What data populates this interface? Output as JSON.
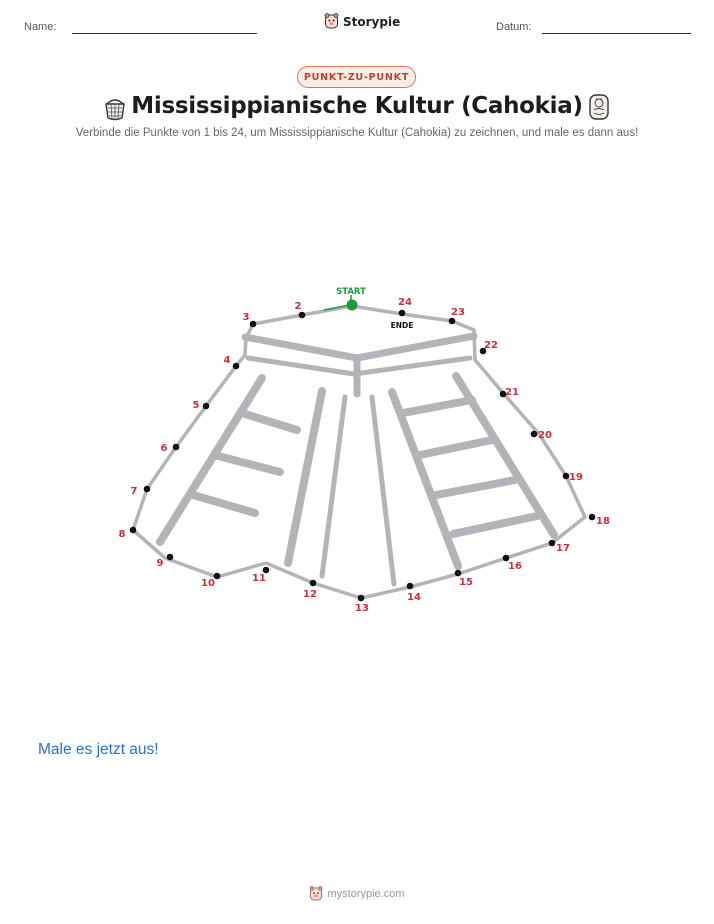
{
  "header": {
    "name_label": "Name:",
    "date_label": "Datum:",
    "brand_name": "Storypie",
    "brand_icon": "storypie-mascot-icon"
  },
  "badge": "PUNKT-ZU-PUNKT",
  "title": "Mississippianische Kultur (Cahokia)",
  "title_icons": [
    "basket-icon",
    "carved-stone-tablet-icon"
  ],
  "subtitle": "Verbinde die Punkte von 1 bis 24, um Mississippianische Kultur (Cahokia) zu zeichnen, und male es dann aus!",
  "puzzle": {
    "start_label": "START",
    "end_label": "ENDE",
    "point_count": 24,
    "dots": [
      {
        "n": "2"
      },
      {
        "n": "3"
      },
      {
        "n": "4"
      },
      {
        "n": "5"
      },
      {
        "n": "6"
      },
      {
        "n": "7"
      },
      {
        "n": "8"
      },
      {
        "n": "9"
      },
      {
        "n": "10"
      },
      {
        "n": "11"
      },
      {
        "n": "12"
      },
      {
        "n": "13"
      },
      {
        "n": "14"
      },
      {
        "n": "15"
      },
      {
        "n": "16"
      },
      {
        "n": "17"
      },
      {
        "n": "18"
      },
      {
        "n": "19"
      },
      {
        "n": "20"
      },
      {
        "n": "21"
      },
      {
        "n": "22"
      },
      {
        "n": "23"
      },
      {
        "n": "24"
      }
    ],
    "colors": {
      "dot": "#111111",
      "number": "#c8303a",
      "start": "#1e9a3a",
      "outline": "#b4b4b8"
    }
  },
  "colour_prompt": "Male es jetzt aus!",
  "footer": {
    "site": "mystorypie.com",
    "icon": "storypie-mascot-icon"
  }
}
